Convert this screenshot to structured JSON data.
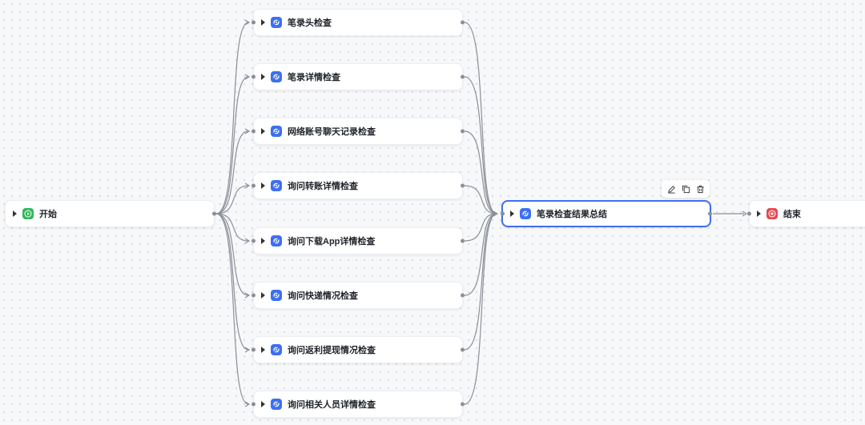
{
  "workflow": {
    "start": {
      "label": "开始",
      "icon": "play-icon",
      "color": "#2fb85a"
    },
    "end": {
      "label": "结束",
      "icon": "stop-icon",
      "color": "#e5484d"
    },
    "summary": {
      "label": "笔录检查结果总结",
      "icon": "llm-icon",
      "color": "#3d6ff2"
    },
    "checks": [
      {
        "label": "笔录头检查"
      },
      {
        "label": "笔录详情检查"
      },
      {
        "label": "网络账号聊天记录检查"
      },
      {
        "label": "询问转账详情检查"
      },
      {
        "label": "询问下载App详情检查"
      },
      {
        "label": "询问快递情况检查"
      },
      {
        "label": "询问返利提现情况检查"
      },
      {
        "label": "询问相关人员详情检查"
      }
    ],
    "check_icon": "llm-icon",
    "check_icon_color": "#3d6ff2",
    "toolbar": [
      {
        "icon": "edit-icon"
      },
      {
        "icon": "copy-icon"
      },
      {
        "icon": "delete-icon"
      }
    ]
  }
}
